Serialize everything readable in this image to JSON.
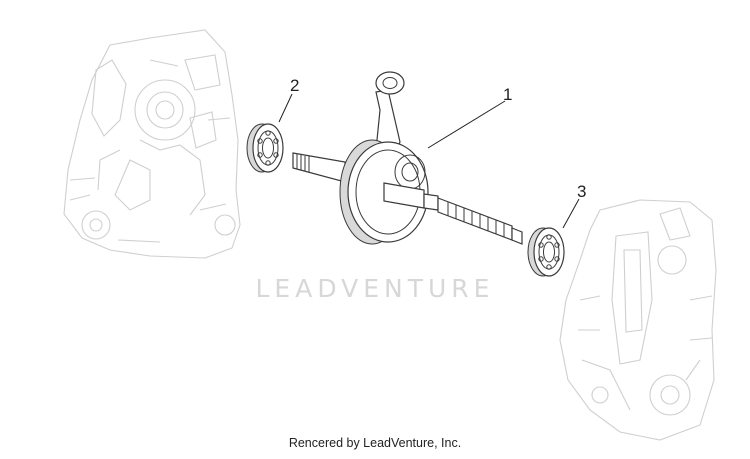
{
  "diagram": {
    "callouts": [
      {
        "id": "1",
        "label": "1"
      },
      {
        "id": "2",
        "label": "2"
      },
      {
        "id": "3",
        "label": "3"
      }
    ]
  },
  "watermark": {
    "text": "LEADVENTURE"
  },
  "footer": {
    "credit": "Rencered by LeadVenture, Inc."
  },
  "colors": {
    "line": "#3a3a3a",
    "ghost": "#cfcfcf",
    "watermark": "#d7d7d7"
  }
}
